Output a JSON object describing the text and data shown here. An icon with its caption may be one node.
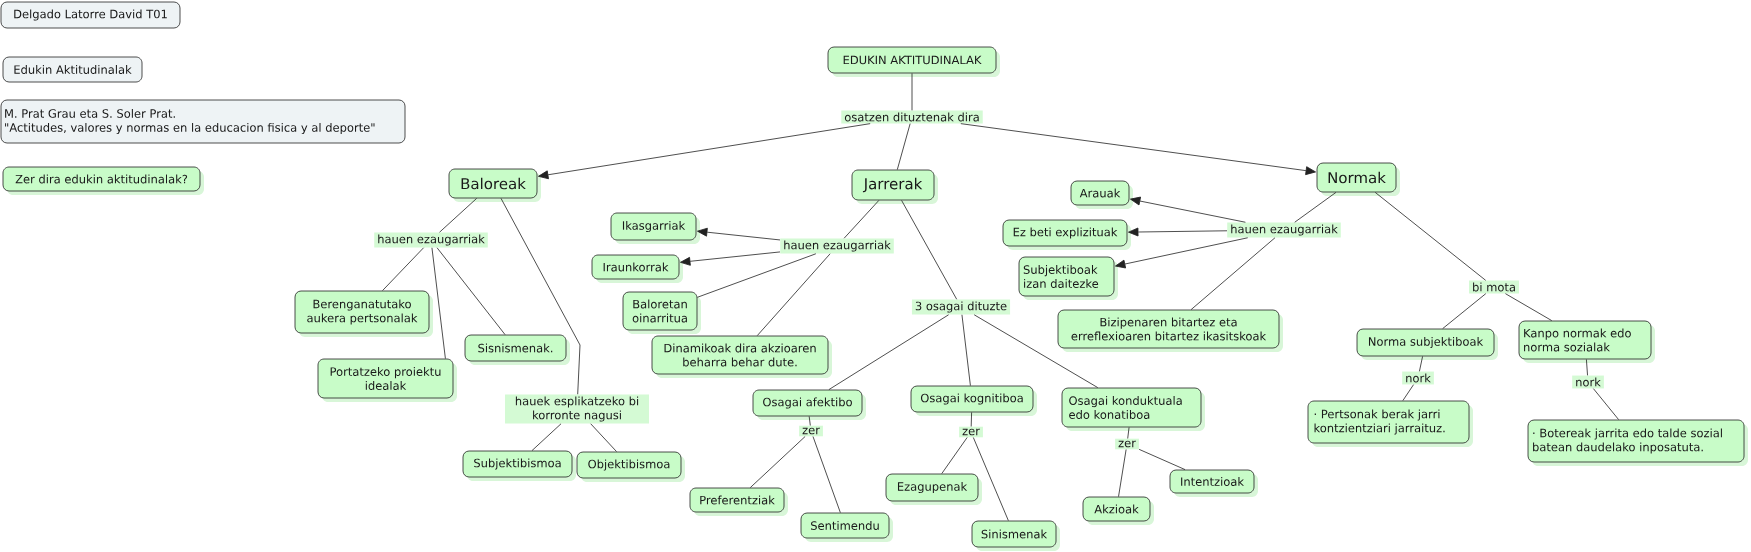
{
  "diagram": {
    "nodes": [
      {
        "text": [
          "Delgado Latorre David T01"
        ]
      },
      {
        "text": [
          "Edukin Aktitudinalak"
        ]
      },
      {
        "text": [
          "M. Prat Grau eta S. Soler Prat.",
          "\"Actitudes, valores y normas en la educacion fisica y al deporte\""
        ]
      },
      {
        "text": [
          "Zer dira edukin aktitudinalak?"
        ]
      },
      {
        "text": [
          "EDUKIN AKTITUDINALAK"
        ]
      },
      {
        "text": [
          "osatzen dituztenak dira"
        ]
      },
      {
        "text": [
          "Baloreak"
        ]
      },
      {
        "text": [
          "Jarrerak"
        ]
      },
      {
        "text": [
          "Normak"
        ]
      },
      {
        "text": [
          "hauen ezaugarriak"
        ]
      },
      {
        "text": [
          "Berenganatutako aukera pertsonalak"
        ]
      },
      {
        "text": [
          "Sisnismenak."
        ]
      },
      {
        "text": [
          "Portatzeko proiektu idealak"
        ]
      },
      {
        "text": [
          "hauek esplikatzeko bi korronte nagusi"
        ]
      },
      {
        "text": [
          "Subjektibismoa"
        ]
      },
      {
        "text": [
          "Objektibismoa"
        ]
      },
      {
        "text": [
          "Ikasgarriak"
        ]
      },
      {
        "text": [
          "hauen ezaugarriak"
        ]
      },
      {
        "text": [
          "Iraunkorrak"
        ]
      },
      {
        "text": [
          "Baloretan oinarritua"
        ]
      },
      {
        "text": [
          "Dinamikoak dira akzioaren beharra behar dute."
        ]
      },
      {
        "text": [
          "3 osagai dituzte"
        ]
      },
      {
        "text": [
          "Osagai afektibo"
        ]
      },
      {
        "text": [
          "Osagai kognitiboa"
        ]
      },
      {
        "text": [
          "Osagai konduktuala edo konatiboa"
        ]
      },
      {
        "text": [
          "zer"
        ]
      },
      {
        "text": [
          "zer"
        ]
      },
      {
        "text": [
          "zer"
        ]
      },
      {
        "text": [
          "Preferentziak"
        ]
      },
      {
        "text": [
          "Sentimendu"
        ]
      },
      {
        "text": [
          "Ezagupenak"
        ]
      },
      {
        "text": [
          "Sinismenak"
        ]
      },
      {
        "text": [
          "Akzioak"
        ]
      },
      {
        "text": [
          "Intentzioak"
        ]
      },
      {
        "text": [
          "Arauak"
        ]
      },
      {
        "text": [
          "Ez beti explizituak"
        ]
      },
      {
        "text": [
          "hauen ezaugarriak"
        ]
      },
      {
        "text": [
          "Subjektiboak izan daitezke"
        ]
      },
      {
        "text": [
          "Bizipenaren bitartez eta erreflexioaren bitartez ikasitskoak"
        ]
      },
      {
        "text": [
          "bi mota"
        ]
      },
      {
        "text": [
          "Norma subjektiboak"
        ]
      },
      {
        "text": [
          "Kanpo normak edo norma sozialak"
        ]
      },
      {
        "text": [
          "nork"
        ]
      },
      {
        "text": [
          "nork"
        ]
      },
      {
        "text": [
          "· Pertsonak berak jarri kontzientziari jarraituz."
        ]
      },
      {
        "text": [
          "· Botereak jarrita edo talde sozial batean daudelako inposatuta."
        ]
      }
    ],
    "edges": [
      {
        "from": 4,
        "to": 5,
        "arrow": "none"
      },
      {
        "from": 5,
        "to": 6,
        "arrow": "to"
      },
      {
        "from": 5,
        "to": 7,
        "arrow": "none"
      },
      {
        "from": 5,
        "to": 8,
        "arrow": "to"
      },
      {
        "from": 6,
        "to": 9,
        "arrow": "none"
      },
      {
        "from": 9,
        "to": 10,
        "arrow": "none"
      },
      {
        "from": 9,
        "to": 12,
        "arrow": "none"
      },
      {
        "from": 9,
        "to": 11,
        "arrow": "none"
      },
      {
        "from": 6,
        "to": 13,
        "arrow": "none"
      },
      {
        "from": 13,
        "to": 14,
        "arrow": "none"
      },
      {
        "from": 13,
        "to": 15,
        "arrow": "none"
      },
      {
        "from": 7,
        "to": 17,
        "arrow": "none"
      },
      {
        "from": 17,
        "to": 16,
        "arrow": "to"
      },
      {
        "from": 17,
        "to": 18,
        "arrow": "to"
      },
      {
        "from": 17,
        "to": 19,
        "arrow": "none"
      },
      {
        "from": 17,
        "to": 20,
        "arrow": "none"
      },
      {
        "from": 7,
        "to": 21,
        "arrow": "none"
      },
      {
        "from": 21,
        "to": 22,
        "arrow": "none"
      },
      {
        "from": 21,
        "to": 23,
        "arrow": "none"
      },
      {
        "from": 21,
        "to": 24,
        "arrow": "none"
      },
      {
        "from": 22,
        "to": 25,
        "arrow": "none"
      },
      {
        "from": 25,
        "to": 28,
        "arrow": "none"
      },
      {
        "from": 25,
        "to": 29,
        "arrow": "none"
      },
      {
        "from": 23,
        "to": 26,
        "arrow": "none"
      },
      {
        "from": 26,
        "to": 30,
        "arrow": "none"
      },
      {
        "from": 26,
        "to": 31,
        "arrow": "none"
      },
      {
        "from": 24,
        "to": 27,
        "arrow": "none"
      },
      {
        "from": 27,
        "to": 32,
        "arrow": "none"
      },
      {
        "from": 27,
        "to": 33,
        "arrow": "none"
      },
      {
        "from": 8,
        "to": 36,
        "arrow": "none"
      },
      {
        "from": 36,
        "to": 34,
        "arrow": "to"
      },
      {
        "from": 36,
        "to": 35,
        "arrow": "to"
      },
      {
        "from": 36,
        "to": 37,
        "arrow": "to"
      },
      {
        "from": 36,
        "to": 38,
        "arrow": "none"
      },
      {
        "from": 8,
        "to": 39,
        "arrow": "none"
      },
      {
        "from": 39,
        "to": 40,
        "arrow": "none"
      },
      {
        "from": 39,
        "to": 41,
        "arrow": "none"
      },
      {
        "from": 40,
        "to": 42,
        "arrow": "none"
      },
      {
        "from": 42,
        "to": 44,
        "arrow": "none"
      },
      {
        "from": 41,
        "to": 43,
        "arrow": "none"
      },
      {
        "from": 43,
        "to": 45,
        "arrow": "none"
      }
    ]
  }
}
